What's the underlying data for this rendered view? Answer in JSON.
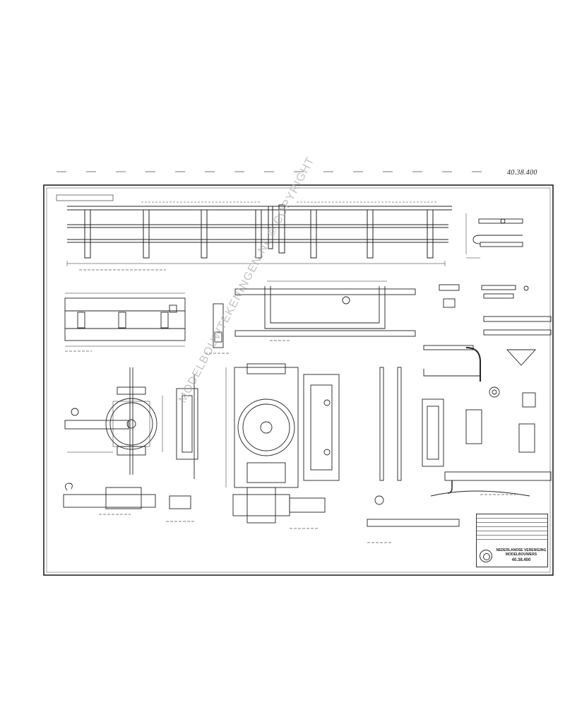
{
  "drawing": {
    "corner_note": "40.38.400",
    "watermark": "MODELBOUWTEKENINGEN.NL © COPYRIGHT",
    "title_block": {
      "organization_line1": "NEDERLANDSE VERENIGING",
      "organization_line2": "MODELBOUWERS",
      "drawing_number": "40.38.400"
    }
  },
  "colors": {
    "ink": "#222222",
    "paper": "#ffffff",
    "watermark": "#aaaaaa"
  }
}
